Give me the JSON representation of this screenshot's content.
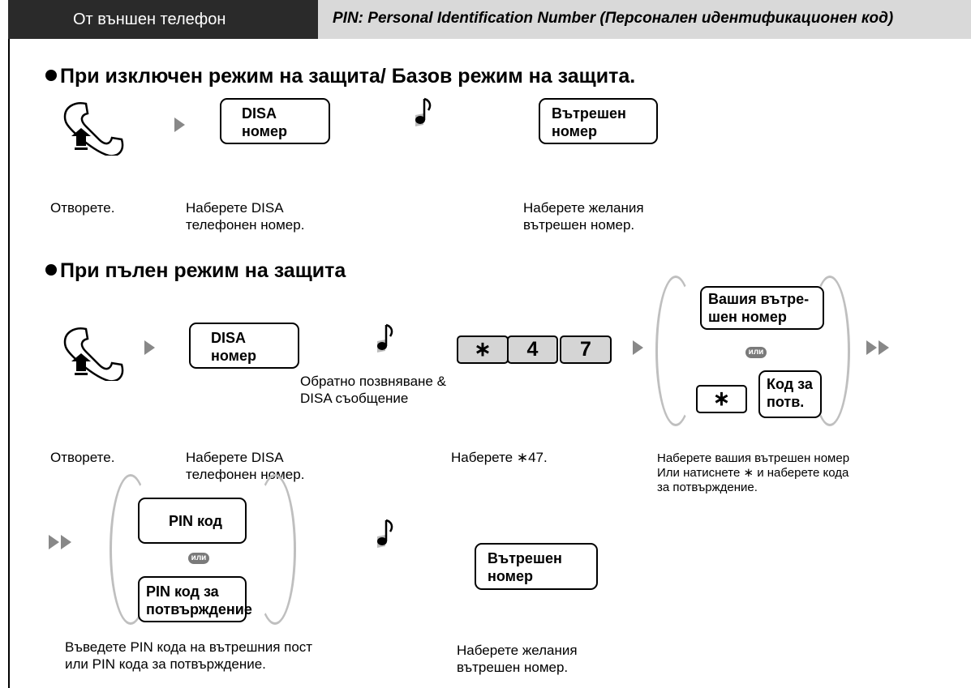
{
  "header": {
    "tab_label": "От външен телефон",
    "pin_note": "PIN: Personal Identification Number (Персонален идентификационен код)"
  },
  "section1": {
    "heading": "При изключен режим на защита/ Базов режим на защита.",
    "steps": [
      {
        "box": "",
        "caption": "Отворете."
      },
      {
        "box": "DISA\nномер",
        "caption": "Наберете DISA\nтелефонен номер."
      },
      {
        "box": "Вътрешен\nномер",
        "caption": "Наберете желания\nвътрешен номер."
      }
    ]
  },
  "section2": {
    "heading": "При пълен режим на защита",
    "disa_box": "DISA\nномер",
    "callback_note": "Обратно позвняване &\nDISA съобщение",
    "keys": [
      "∗",
      "4",
      "7"
    ],
    "ext_box": "Вашия вътре-\nшен номер",
    "or_label": "или",
    "star_key": "∗",
    "verify_box": "Код за\nпотв.",
    "captions": {
      "open": "Отворете.",
      "dial_disa": "Наберете DISA\nтелефонен номер.",
      "dial_code": "Наберете ∗47.",
      "dial_ext": "Наберете вашия вътрешен номер\nИли натиснете ∗ и наберете кода\nза потвърждение."
    },
    "pin_box": "PIN код",
    "pin_verify_box": "PIN код за\nпотвърждение",
    "pin_caption": "Въведете PIN кода на вътрешния пост\nили PIN кода за потвърждение.",
    "ext_box2": "Вътрешен\nномер",
    "ext_caption2": "Наберете желания\nвътрешен номер."
  },
  "icons": [
    "handset-icon",
    "arrow-icon",
    "tone-icon",
    "double-arrow-icon"
  ]
}
